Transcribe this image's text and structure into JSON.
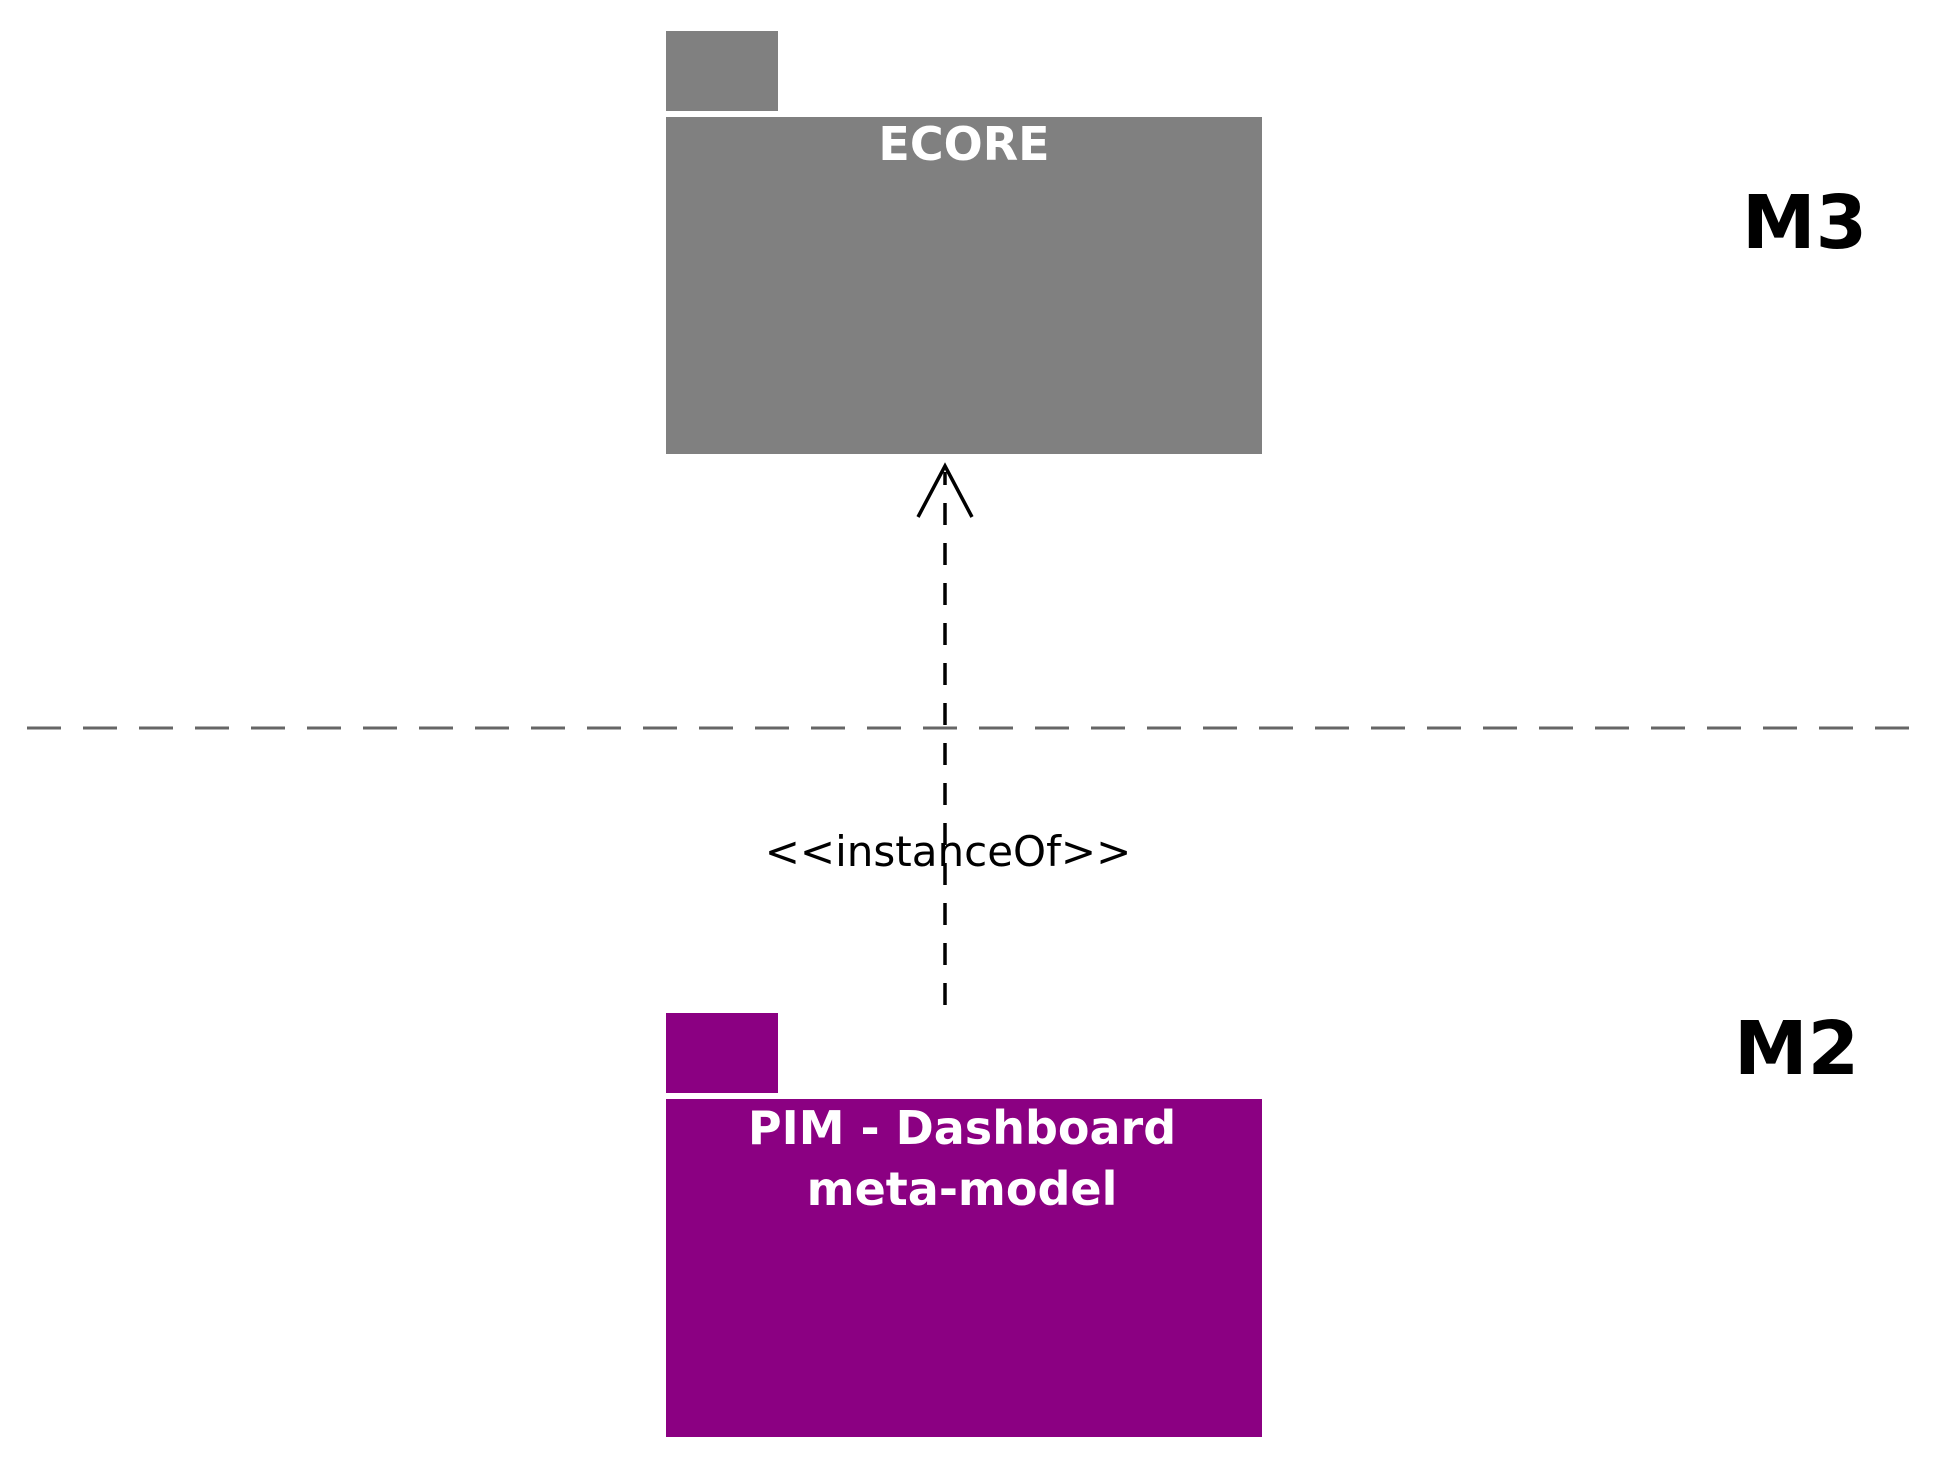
{
  "packages": {
    "ecore": {
      "title": "ECORE",
      "color": "#808080"
    },
    "pim": {
      "title_line1": "PIM - Dashboard",
      "title_line2": "meta-model",
      "color": "#8B0082"
    }
  },
  "dependency": {
    "label": "<<instanceOf>>"
  },
  "levels": {
    "upper": "M3",
    "lower": "M2"
  }
}
